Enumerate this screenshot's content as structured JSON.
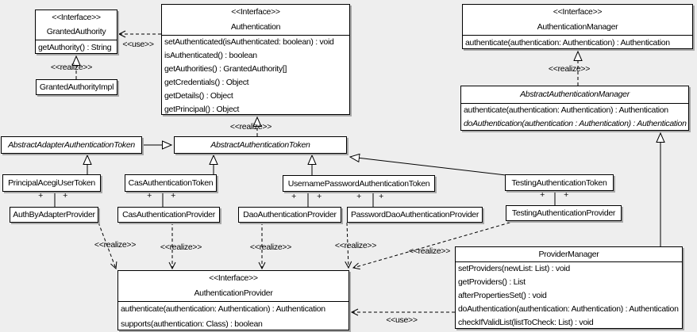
{
  "diagram": {
    "colors": {
      "background": "#eeeeee",
      "box_fill": "#ffffff",
      "line": "#000000",
      "shadow": "#a8a8a8"
    },
    "labels": {
      "use": "<<use>>",
      "realize": "<<realize>>",
      "plus": "+"
    },
    "classes": {
      "granted_authority": {
        "stereotype": "<<Interface>>",
        "name": "GrantedAuthority",
        "methods": [
          "getAuthority() : String"
        ]
      },
      "granted_authority_impl": {
        "name": "GrantedAuthorityImpl"
      },
      "authentication": {
        "stereotype": "<<Interface>>",
        "name": "Authentication",
        "methods": [
          "setAuthenticated(isAuthenticated: boolean) : void",
          "isAuthenticated() : boolean",
          "getAuthorities() : GrantedAuthority[]",
          "getCredentials() : Object",
          "getDetails() : Object",
          "getPrincipal() : Object"
        ]
      },
      "authentication_manager": {
        "stereotype": "<<Interface>>",
        "name": "AuthenticationManager",
        "methods": [
          "authenticate(authentication: Authentication) : Authentication"
        ]
      },
      "abstract_authentication_manager": {
        "name": "AbstractAuthenticationManager",
        "methods": [
          "authenticate(authentication: Authentication) : Authentication",
          "doAuthentication(authentication : Authentication) : Authentication"
        ]
      },
      "abstract_adapter_authentication_token": {
        "name": "AbstractAdapterAuthenticationToken"
      },
      "abstract_authentication_token": {
        "name": "AbstractAuthenticationToken"
      },
      "principal_acegi_user_token": {
        "name": "PrincipalAcegiUserToken"
      },
      "cas_authentication_token": {
        "name": "CasAuthenticationToken"
      },
      "username_password_authentication_token": {
        "name": "UsernamePasswordAuthenticationToken"
      },
      "testing_authentication_token": {
        "name": "TestingAuthenticationToken"
      },
      "auth_by_adapter_provider": {
        "name": "AuthByAdapterProvider"
      },
      "cas_authentication_provider": {
        "name": "CasAuthenticationProvider"
      },
      "dao_authentication_provider": {
        "name": "DaoAuthenticationProvider"
      },
      "password_dao_authentication_provider": {
        "name": "PasswordDaoAuthenticationProvider"
      },
      "testing_authentication_provider": {
        "name": "TestingAuthenticationProvider"
      },
      "authentication_provider": {
        "stereotype": "<<Interface>>",
        "name": "AuthenticationProvider",
        "methods": [
          "authenticate(authentication: Authentication) : Authentication",
          "supports(authentication: Class) : boolean"
        ]
      },
      "provider_manager": {
        "name": "ProviderManager",
        "methods": [
          "setProviders(newList: List) : void",
          "getProviders() : List",
          "afterPropertiesSet() : void",
          "doAuthentication(authentication: Authentication) : Authentication",
          "checkIfValidList(listToCheck: List) : void"
        ]
      }
    }
  }
}
